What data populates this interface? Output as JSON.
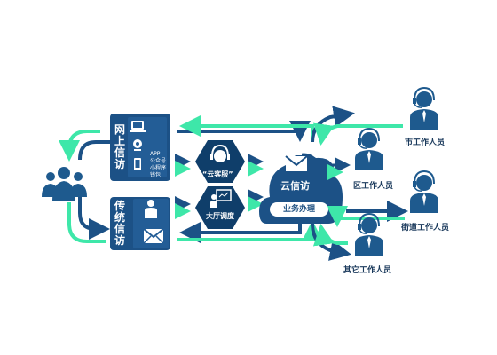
{
  "online": {
    "title": "网上信访",
    "channels": [
      "APP",
      "公众号",
      "小程序",
      "钱包"
    ]
  },
  "traditional": {
    "title": "传统信访"
  },
  "hub": {
    "cloud_service": "“云客服”",
    "hall_reception": "大厅调度",
    "cloud_petition": "云信访",
    "business": "业务办理"
  },
  "staff": [
    {
      "label": "市工作人员"
    },
    {
      "label": "区工作人员"
    },
    {
      "label": "街道工作人员"
    },
    {
      "label": "其它工作人员"
    }
  ],
  "colors": {
    "navy": "#1c5186",
    "dark": "#0f3e6a",
    "teal": "#3ee7a9",
    "person": "#1e5a8e"
  },
  "icons": [
    "users-icon",
    "monitor-icon",
    "webcam-icon",
    "phone-icon",
    "headset-icon",
    "screen-icon",
    "person-icon",
    "mail-icon",
    "envelope-icon"
  ]
}
